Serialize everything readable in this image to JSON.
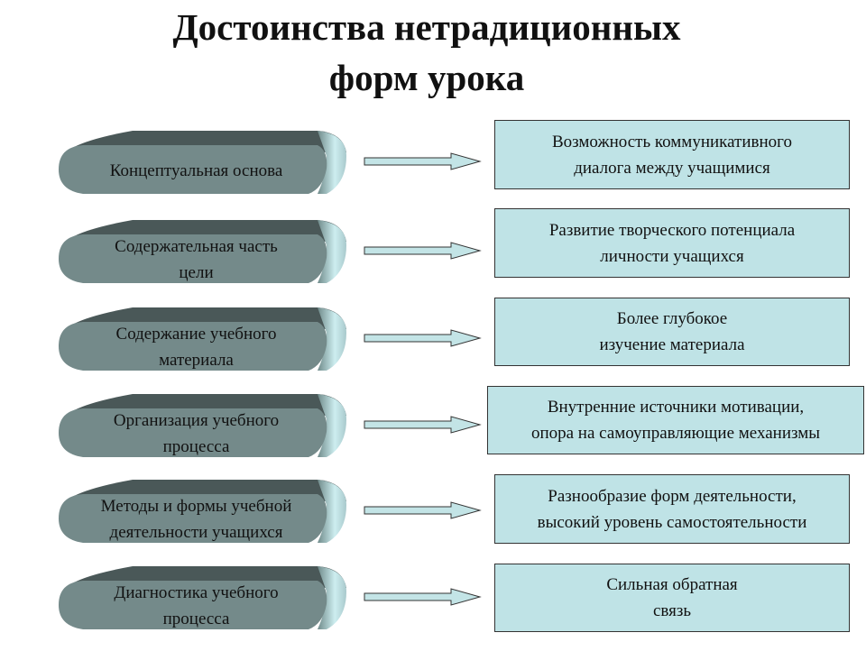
{
  "title": {
    "line1": "Достоинства нетрадиционных",
    "line2": "форм урока"
  },
  "rows": [
    {
      "left": [
        "Концептуальная основа"
      ],
      "right": [
        "Возможность коммуникативного",
        "диалога между учащимися"
      ]
    },
    {
      "left": [
        "Содержательная часть",
        "цели"
      ],
      "right": [
        "Развитие творческого потенциала",
        "личности учащихся"
      ]
    },
    {
      "left": [
        "Содержание учебного",
        "материала"
      ],
      "right": [
        "Более глубокое",
        "изучение материала"
      ]
    },
    {
      "left": [
        "Организация учебного",
        "процесса"
      ],
      "right": [
        "Внутренние источники мотивации,",
        "опора на самоуправляющие механизмы"
      ]
    },
    {
      "left": [
        "Методы и формы учебной",
        "деятельности учащихся"
      ],
      "right": [
        "Разнообразие форм деятельности,",
        "высокий уровень самостоятельности"
      ]
    },
    {
      "left": [
        "Диагностика учебного",
        "процесса"
      ],
      "right": [
        "Сильная обратная",
        "связь"
      ]
    }
  ],
  "colors": {
    "box": "#bfe3e6",
    "shape_front": "#748a8a",
    "shape_top": "#4a5858"
  }
}
